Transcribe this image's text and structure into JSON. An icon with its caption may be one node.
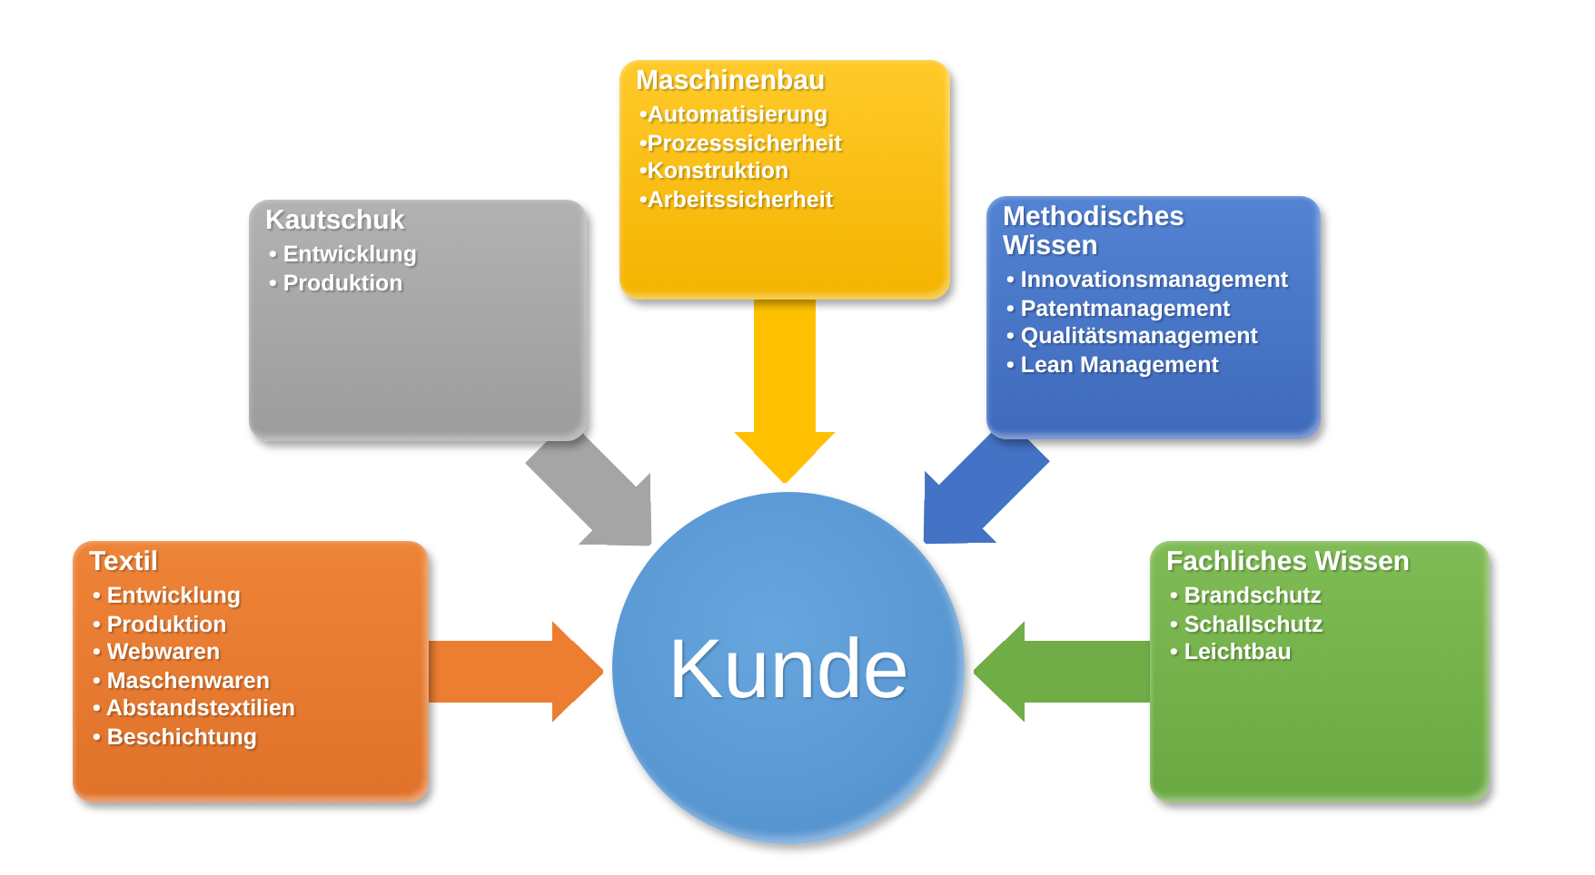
{
  "diagram": {
    "nodes": [
      {
        "text": [
          "Maschinenbau",
          "•Automatisierung",
          "•Prozesssicherheit",
          "•Konstruktion",
          "•Arbeitssicherheit"
        ]
      },
      {
        "text": [
          "Kautschuk",
          "• Entwicklung",
          "• Produktion"
        ]
      },
      {
        "text": [
          "Methodisches Wissen",
          "• Innovationsmanagement",
          "• Patentmanagement",
          "• Qualitätsmanagement",
          "• Lean Management"
        ]
      },
      {
        "text": [
          "Textil",
          "• Entwicklung",
          "• Produktion",
          "• Webwaren",
          "• Maschenwaren",
          "• Abstandstextilien",
          "• Beschichtung"
        ]
      },
      {
        "text": [
          "Fachliches Wissen",
          "• Brandschutz",
          "• Schallschutz",
          "• Leichtbau"
        ]
      },
      {
        "text": [
          "Kunde"
        ]
      }
    ],
    "edges": [
      {
        "from": 0,
        "to": 5,
        "arrow": "to",
        "color": "#ffc000"
      },
      {
        "from": 1,
        "to": 5,
        "arrow": "to",
        "color": "#a5a5a5"
      },
      {
        "from": 2,
        "to": 5,
        "arrow": "to",
        "color": "#4472c4"
      },
      {
        "from": 3,
        "to": 5,
        "arrow": "to",
        "color": "#ed7d31"
      },
      {
        "from": 4,
        "to": 5,
        "arrow": "to",
        "color": "#70ad47"
      }
    ]
  }
}
